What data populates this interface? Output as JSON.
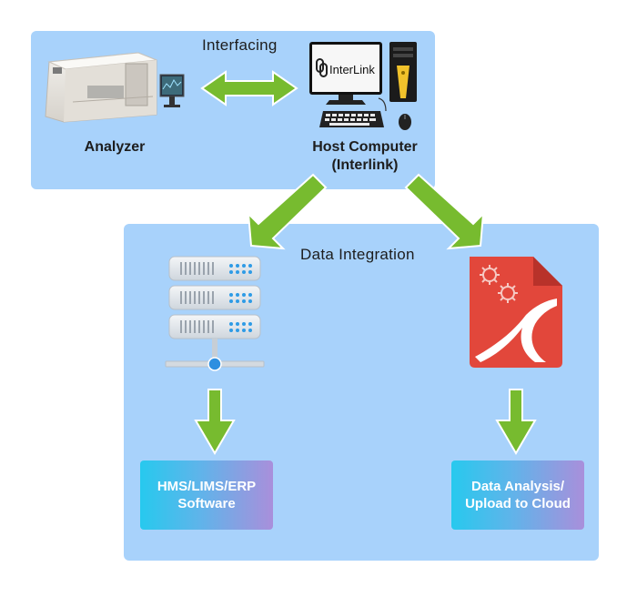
{
  "sections": {
    "interfacing": "Interfacing",
    "data_integration": "Data Integration"
  },
  "analyzer": {
    "label": "Analyzer"
  },
  "host_computer": {
    "label_line1": "Host Computer",
    "label_line2": "(Interlink)",
    "screen_logo_text": "InterLink"
  },
  "targets": {
    "hms": {
      "line1": "HMS/LIMS/ERP",
      "line2": "Software"
    },
    "cloud": {
      "line1": "Data Analysis/",
      "line2": "Upload to Cloud"
    }
  },
  "colors": {
    "panel": "#a8d2fb",
    "arrow_green": "#77bb2f",
    "document_red": "#e2473b",
    "box_gradient_start": "#27c9ee",
    "box_gradient_end": "#a98fdb"
  },
  "icons": {
    "analyzer": "lab-analyzer-machine-icon",
    "computer": "desktop-computer-icon",
    "server": "server-stack-icon",
    "report": "report-document-icon"
  }
}
